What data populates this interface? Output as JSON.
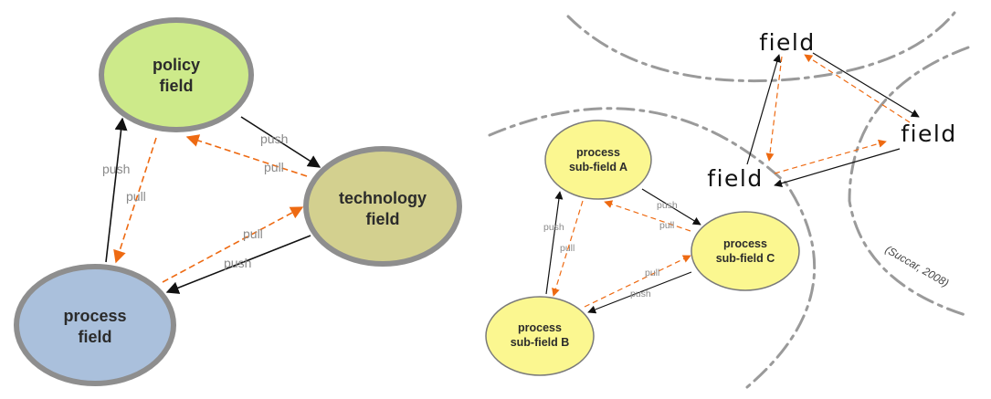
{
  "colors": {
    "policy": "#cdea8a",
    "technology": "#d3d08f",
    "process": "#aac0dc",
    "subfield": "#fbf790",
    "node_stroke": "#8e8e8e",
    "subfield_stroke": "#7a7a7a",
    "push_arrow": "#111111",
    "pull_arrow": "#ee6a12",
    "boundary": "#9a9a9a"
  },
  "left": {
    "policy": {
      "line1": "policy",
      "line2": "field"
    },
    "technology": {
      "line1": "technology",
      "line2": "field"
    },
    "process": {
      "line1": "process",
      "line2": "field"
    },
    "edges": {
      "policy_tech_push": "push",
      "tech_policy_pull": "pull",
      "process_policy_push": "push",
      "policy_process_pull": "pull",
      "process_tech_pull": "pull",
      "tech_process_push": "push"
    }
  },
  "right": {
    "sub_a": {
      "line1": "process",
      "line2": "sub-field A"
    },
    "sub_b": {
      "line1": "process",
      "line2": "sub-field B"
    },
    "sub_c": {
      "line1": "process",
      "line2": "sub-field C"
    },
    "edges": {
      "a_c_push": "push",
      "c_a_pull": "pull",
      "b_a_push": "push",
      "a_b_pull": "pull",
      "b_c_pull": "pull",
      "c_b_push": "push"
    },
    "field_top": "field",
    "field_right": "field",
    "field_left": "field",
    "citation": "(Succar, 2008)"
  }
}
